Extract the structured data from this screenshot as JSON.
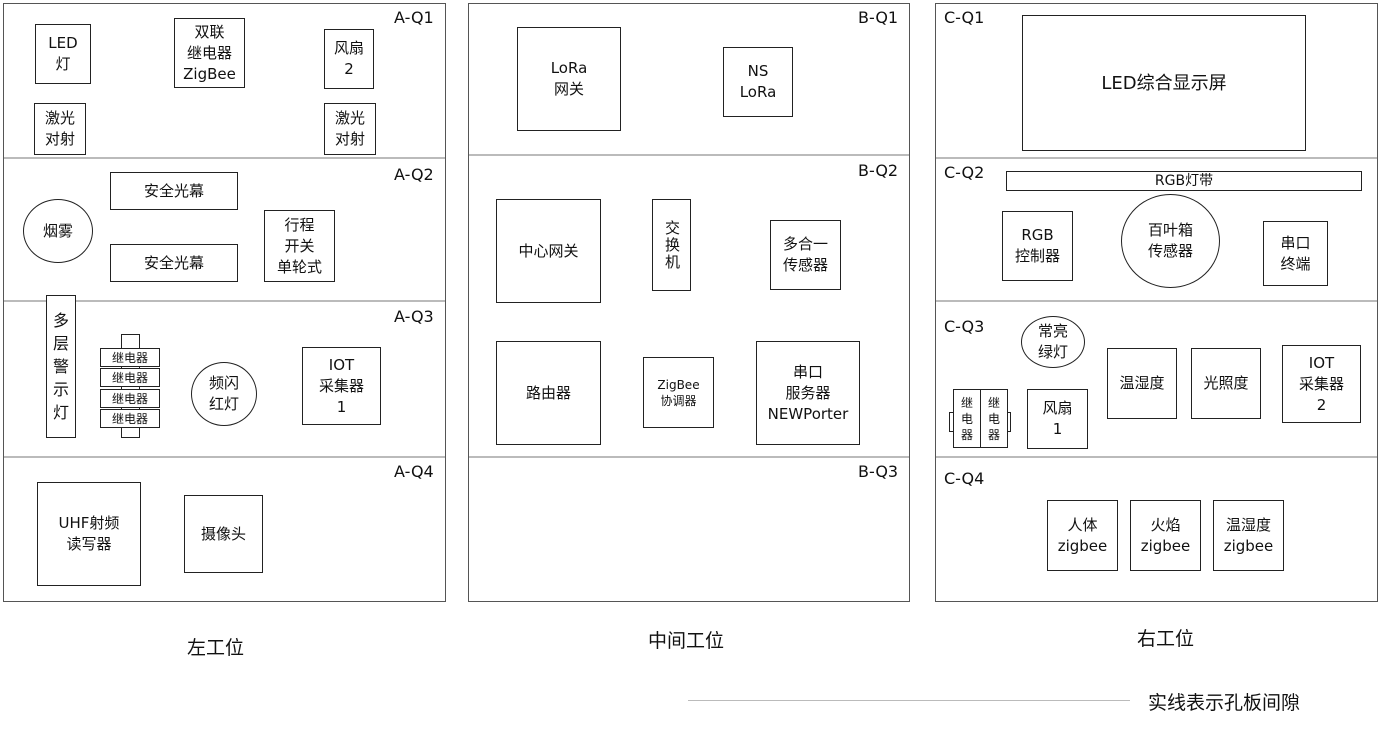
{
  "left": {
    "caption": "左工位",
    "zones": [
      "A-Q1",
      "A-Q2",
      "A-Q3",
      "A-Q4"
    ],
    "led": "LED\n灯",
    "dual_relay": "双联\n继电器\nZigBee",
    "fan2": "风扇\n2",
    "laser1": "激光\n对射",
    "laser2": "激光\n对射",
    "curtain1": "安全光幕",
    "curtain2": "安全光幕",
    "smoke": "烟雾",
    "limit_switch": "行程\n开关\n单轮式",
    "warning_light": "多\n层\n警\n示\n灯",
    "relay": "继电器",
    "strobe": "频闪\n红灯",
    "iot1": "IOT\n采集器\n1",
    "uhf": "UHF射频\n读写器",
    "camera": "摄像头"
  },
  "middle": {
    "caption": "中间工位",
    "zones": [
      "B-Q1",
      "B-Q2",
      "B-Q3"
    ],
    "lora_gw": "LoRa\n网关",
    "ns_lora": "NS\nLoRa",
    "center_gw": "中心网关",
    "switch": "交换机",
    "multi_sensor": "多合一\n传感器",
    "router": "路由器",
    "zigbee_coord": "ZigBee\n协调器",
    "serial_server": "串口\n服务器\nNEWPorter"
  },
  "right": {
    "caption": "右工位",
    "zones": [
      "C-Q1",
      "C-Q2",
      "C-Q3",
      "C-Q4"
    ],
    "led_screen": "LED综合显示屏",
    "rgb_strip": "RGB灯带",
    "rgb_ctrl": "RGB\n控制器",
    "louver": "百叶箱\n传感器",
    "serial_term": "串口\n终端",
    "green_light": "常亮\n绿灯",
    "relay": "继\n电\n器",
    "fan1": "风扇\n1",
    "temp_hum": "温湿度",
    "light": "光照度",
    "iot2": "IOT\n采集器\n2",
    "human": "人体\nzigbee",
    "flame": "火焰\nzigbee",
    "temp_hum_zb": "温湿度\nzigbee"
  },
  "legend": {
    "text": "实线表示孔板间隙"
  }
}
